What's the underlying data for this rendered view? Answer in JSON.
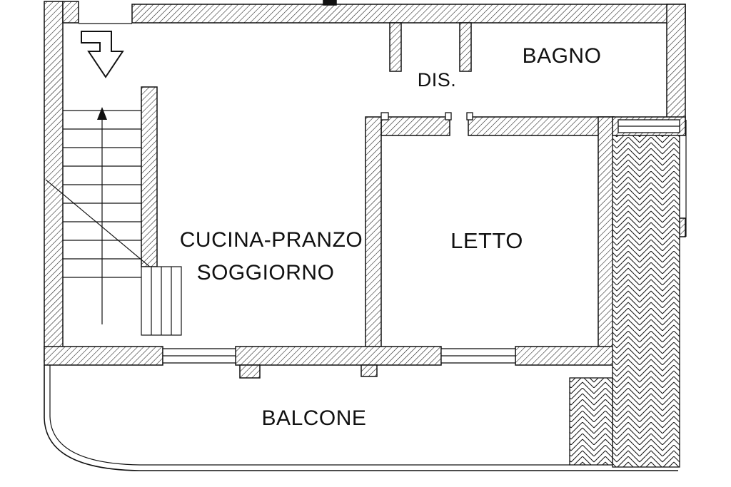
{
  "plan": {
    "labels": {
      "bagno": "BAGNO",
      "dis": "DIS.",
      "cucina_line1": "CUCINA-PRANZO",
      "cucina_line2": "SOGGIORNO",
      "letto": "LETTO",
      "balcone": "BALCONE"
    },
    "colors": {
      "ink": "#111111",
      "paper": "#ffffff"
    }
  }
}
